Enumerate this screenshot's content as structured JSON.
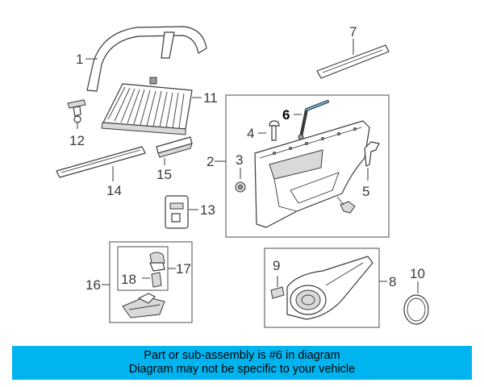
{
  "callouts": {
    "c1": "1",
    "c2": "2",
    "c3": "3",
    "c4": "4",
    "c5": "5",
    "c6": "6",
    "c7": "7",
    "c8": "8",
    "c9": "9",
    "c10": "10",
    "c11": "11",
    "c12": "12",
    "c13": "13",
    "c14": "14",
    "c15": "15",
    "c16": "16",
    "c17": "17",
    "c18": "18"
  },
  "highlighted_part": "6",
  "banner": {
    "line1": "Part or sub-assembly is #6 in diagram",
    "line2": "Diagram may not be specific to your vehicle",
    "color": "#00b4ef"
  }
}
